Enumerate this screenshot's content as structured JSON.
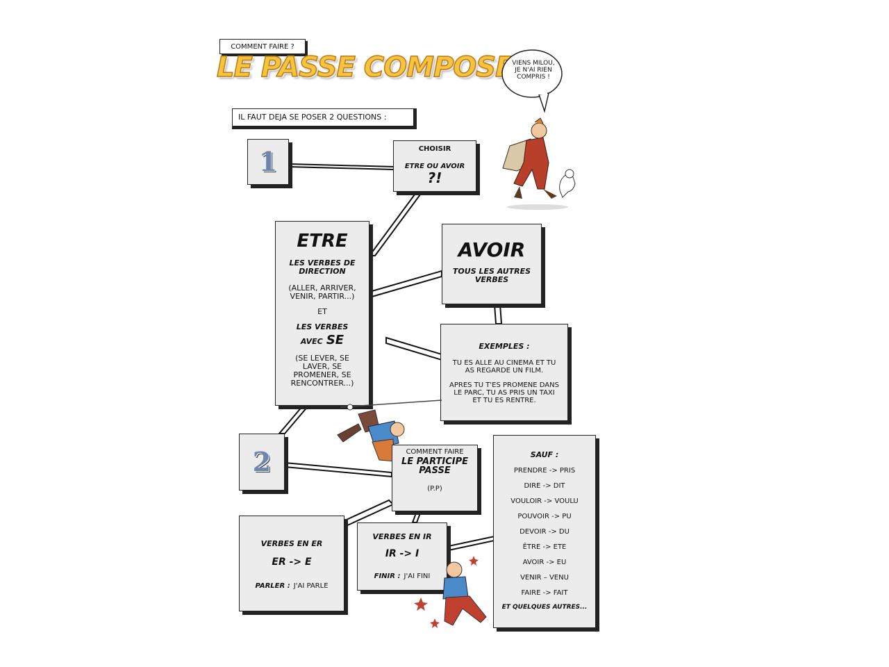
{
  "header": {
    "subtitle": "COMMENT FAIRE ?",
    "title": "LE PASSE COMPOSE ?!",
    "speech": "VIENS MILOU, JE N'AI RIEN COMPRIS !",
    "intro": "IL FAUT DEJA SE POSER 2 QUESTIONS :"
  },
  "q1": {
    "number": "1",
    "line1": "CHOISIR",
    "line2": "ETRE OU AVOIR",
    "line3": "?!"
  },
  "etre": {
    "title": "ETRE",
    "dir_heading": "LES VERBES DE DIRECTION",
    "dir_examples": "(ALLER, ARRIVER, VENIR, PARTIR...)",
    "and": "ET",
    "se_heading_a": "LES VERBES",
    "se_heading_b": "AVEC",
    "se_word": "SE",
    "se_examples": "(SE LEVER, SE LAVER, SE PROMENER, SE RENCONTRER...)"
  },
  "avoir": {
    "title": "AVOIR",
    "subtitle": "TOUS LES AUTRES VERBES"
  },
  "exemples": {
    "heading": "EXEMPLES :",
    "ex1": "TU ES ALLE AU CINEMA ET TU AS REGARDE UN FILM.",
    "ex2": "APRES TU T'ES PROMENE DANS LE PARC, TU AS PRIS UN TAXI ET TU ES RENTRE."
  },
  "q2": {
    "number": "2",
    "line1": "COMMENT FAIRE",
    "line2": "LE PARTICIPE PASSE",
    "line3": "(P.P)"
  },
  "er": {
    "heading": "VERBES EN ER",
    "rule": "ER -> E",
    "example_verb": "PARLER :",
    "example_pp": "J'AI PARLE"
  },
  "ir": {
    "heading": "VERBES EN IR",
    "rule": "IR -> I",
    "example_verb": "FINIR :",
    "example_pp": "J'AI FINI"
  },
  "sauf": {
    "heading": "SAUF :",
    "items": [
      "PRENDRE -> PRIS",
      "DIRE -> DIT",
      "VOULOIR -> VOULU",
      "POUVOIR -> PU",
      "DEVOIR -> DU",
      "ÊTRE -> ETE",
      "AVOIR -> EU",
      "VENIR – VENU",
      "FAIRE -> FAIT"
    ],
    "footer": "ET QUELQUES AUTRES..."
  },
  "colors": {
    "title_fill": "#f5c542",
    "title_outline": "#c07a10",
    "box_bg": "#ececec",
    "number_blue": "#6f86aa"
  }
}
